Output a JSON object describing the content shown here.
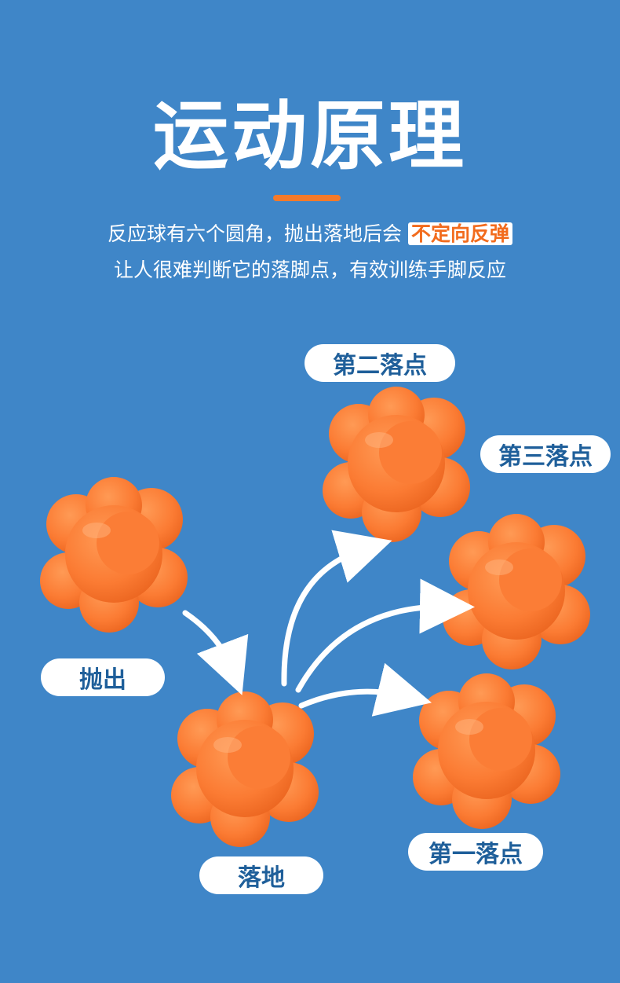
{
  "header": {
    "title": "运动原理",
    "line1_prefix": "反应球有六个圆角，抛出落地后会",
    "line1_highlight": "不定向反弹",
    "line2": "让人很难判断它的落脚点，有效训练手脚反应"
  },
  "labels": {
    "second_landing": "第二落点",
    "third_landing": "第三落点",
    "throw": "抛出",
    "first_landing": "第一落点",
    "landing": "落地"
  },
  "colors": {
    "background": "#3f86c8",
    "accent": "#f47a2b",
    "ball": "#fb7b33",
    "label_text": "#1f5f9a"
  }
}
